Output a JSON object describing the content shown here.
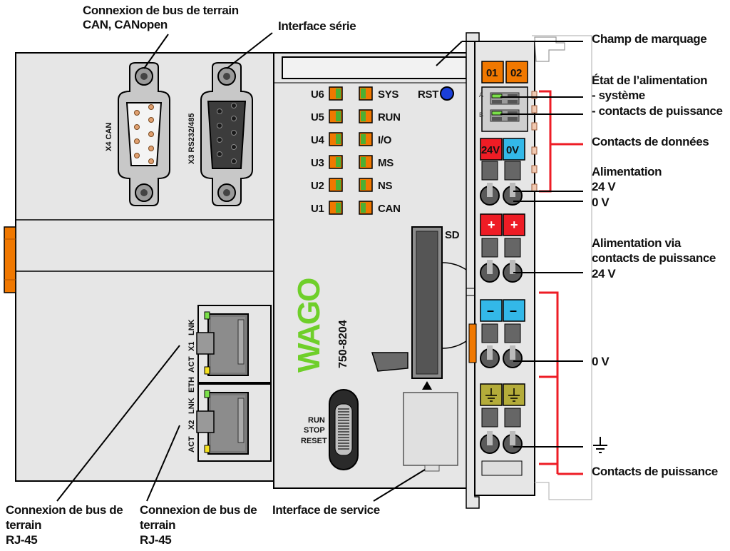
{
  "callouts": {
    "can_bus": [
      "Connexion de bus de terrain",
      "CAN, CANopen"
    ],
    "serial": "Interface série",
    "marking": "Champ de marquage",
    "power_state": [
      "État de l’alimentation",
      "- système",
      "- contacts de puissance"
    ],
    "data_contacts": "Contacts de données",
    "supply": [
      "Alimentation",
      "24 V",
      "0 V"
    ],
    "supply_power": [
      "Alimentation via",
      "contacts de puissance",
      "24 V"
    ],
    "zero_v": "0 V",
    "ground": "⏚",
    "power_contacts": "Contacts de puissance",
    "rj45_1": [
      "Connexion de bus de",
      "terrain",
      "RJ-45"
    ],
    "rj45_2": [
      "Connexion de bus de",
      "terrain",
      "RJ-45"
    ],
    "service": "Interface de service"
  },
  "device": {
    "x4_label": "X4 CAN",
    "x3_label": "X3 RS232/485",
    "leds_left": [
      "U6",
      "U5",
      "U4",
      "U3",
      "U2",
      "U1"
    ],
    "leds_right": [
      "SYS",
      "RUN",
      "I/O",
      "MS",
      "NS",
      "CAN"
    ],
    "rst": "RST",
    "sd": "SD",
    "brand": "WAGO",
    "model": "750-8204",
    "switch": [
      "RUN",
      "STOP",
      "RESET"
    ],
    "eth1": [
      "LNK",
      "X1",
      "ACT"
    ],
    "eth_mid": "ETH",
    "eth2": [
      "LNK",
      "X2",
      "ACT"
    ],
    "terminal": {
      "top_left": "01",
      "top_right": "02",
      "ab": [
        "A",
        "B"
      ],
      "v24": "24V",
      "v0": "0V",
      "plus": "+",
      "minus": "–"
    }
  },
  "colors": {
    "body": "#e6e6e6",
    "outline": "#000000",
    "red_bracket": "#ee1c25",
    "orange": "#f07800",
    "blue": "#33b8e8",
    "green": "#6fcf2a",
    "yellow_green": "#b4ac3a"
  }
}
